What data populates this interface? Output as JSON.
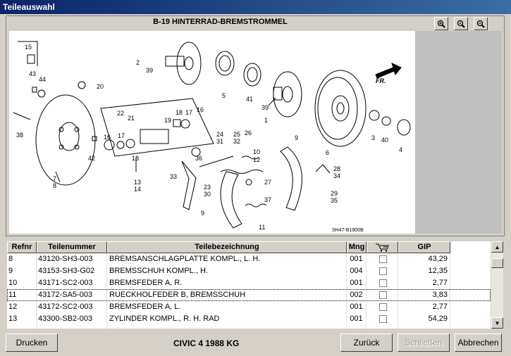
{
  "window": {
    "title": "Teileauswahl"
  },
  "drawing": {
    "title": "B-19 HINTERRAD-BREMSTROMMEL",
    "direction_label": "FR.",
    "drawing_code": "SH47-B1900B",
    "callouts": [
      "15",
      "2",
      "39",
      "43",
      "44",
      "20",
      "5",
      "41",
      "39",
      "1",
      "22",
      "21",
      "19",
      "18",
      "17",
      "16",
      "16",
      "17",
      "18",
      "13",
      "14",
      "42",
      "38",
      "7",
      "8",
      "24",
      "31",
      "25",
      "32",
      "26",
      "10",
      "12",
      "36",
      "33",
      "23",
      "30",
      "9",
      "27",
      "37",
      "11",
      "9",
      "28",
      "34",
      "29",
      "35",
      "6",
      "3",
      "40",
      "4"
    ]
  },
  "zoom": {
    "in_icon": "zoom-in-icon",
    "fit_icon": "zoom-fit-icon",
    "out_icon": "zoom-out-icon"
  },
  "table": {
    "headers": [
      "Refnr",
      "Teilenummer",
      "Teilebezeichnung",
      "Mng",
      "",
      "GIP"
    ],
    "rows": [
      {
        "refnr": "8",
        "teilenummer": "43120-SH3-003",
        "bezeichnung": "BREMSANSCHLAGPLATTE KOMPL., L. H.",
        "mng": "001",
        "gip": "43,29"
      },
      {
        "refnr": "9",
        "teilenummer": "43153-SH3-G02",
        "bezeichnung": "BREMSSCHUH KOMPL., H.",
        "mng": "004",
        "gip": "12,35"
      },
      {
        "refnr": "10",
        "teilenummer": "43171-SC2-003",
        "bezeichnung": "BREMSFEDER A, R.",
        "mng": "001",
        "gip": "2,77"
      },
      {
        "refnr": "11",
        "teilenummer": "43172-SA5-003",
        "bezeichnung": "RUECKHOLFEDER B, BREMSSCHUH",
        "mng": "002",
        "gip": "3,83"
      },
      {
        "refnr": "12",
        "teilenummer": "43172-SC2-003",
        "bezeichnung": "BREMSFEDER A, L.",
        "mng": "001",
        "gip": "2,77"
      },
      {
        "refnr": "13",
        "teilenummer": "43300-SB2-003",
        "bezeichnung": "ZYLINDER KOMPL., R. H. RAD",
        "mng": "001",
        "gip": "54,29"
      }
    ],
    "selected_index": 3
  },
  "footer": {
    "print_label": "Drucken",
    "model_label": "CIVIC  4  1988  KG",
    "back_label": "Zurück",
    "close_label": "Schließen",
    "cancel_label": "Abbrechen"
  }
}
